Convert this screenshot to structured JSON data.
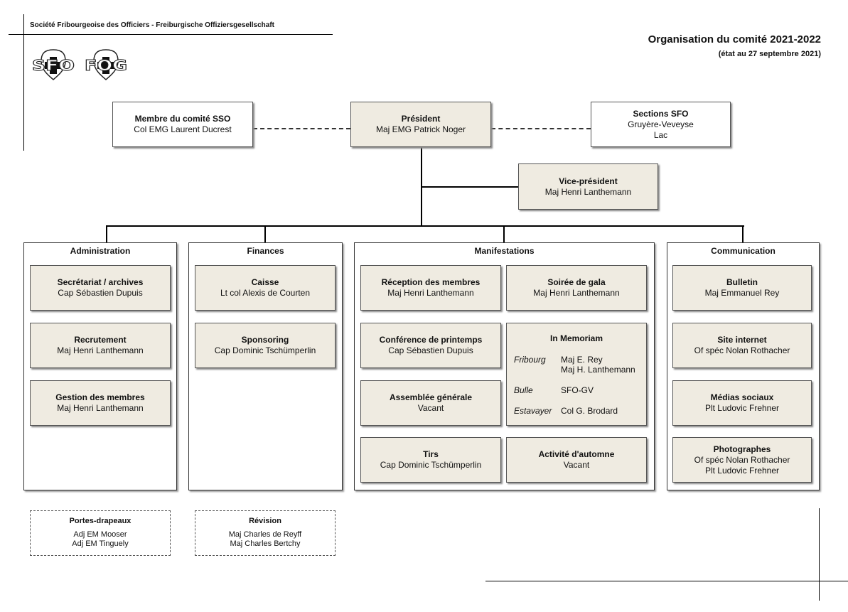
{
  "header": {
    "society": "Société Fribourgeoise des Officiers - Freiburgische Offiziersgesellschaft",
    "title": "Organisation du comité 2021-2022",
    "subtitle": "(état au 27 septembre 2021)",
    "logos": [
      "sfo-logo",
      "fog-logo"
    ],
    "logo_text": [
      "SFO",
      "FOG"
    ]
  },
  "colors": {
    "box_fill": "#efebe1",
    "border": "#555555"
  },
  "top": {
    "sso": {
      "title": "Membre du comité SSO",
      "name": "Col EMG Laurent Ducrest"
    },
    "president": {
      "title": "Président",
      "name": "Maj EMG Patrick Noger"
    },
    "sections": {
      "title": "Sections SFO",
      "line1": "Gruyère-Veveyse",
      "line2": "Lac"
    },
    "vice": {
      "title": "Vice-président",
      "name": "Maj Henri Lanthemann"
    }
  },
  "administration": {
    "title": "Administration",
    "items": [
      {
        "title": "Secrétariat / archives",
        "name": "Cap Sébastien Dupuis"
      },
      {
        "title": "Recrutement",
        "name": "Maj Henri Lanthemann"
      },
      {
        "title": "Gestion des membres",
        "name": "Maj Henri Lanthemann"
      }
    ]
  },
  "finances": {
    "title": "Finances",
    "items": [
      {
        "title": "Caisse",
        "name": "Lt col Alexis de Courten"
      },
      {
        "title": "Sponsoring",
        "name": "Cap Dominic Tschümperlin"
      }
    ]
  },
  "manifestations": {
    "title": "Manifestations",
    "items": [
      {
        "title": "Réception des membres",
        "name": "Maj Henri Lanthemann"
      },
      {
        "title": "Soirée de gala",
        "name": "Maj Henri Lanthemann"
      },
      {
        "title": "Conférence de printemps",
        "name": "Cap Sébastien Dupuis"
      },
      {
        "title": "Assemblée générale",
        "name": "Vacant"
      },
      {
        "title": "Tirs",
        "name": "Cap Dominic Tschümperlin"
      },
      {
        "title": "Activité d'automne",
        "name": "Vacant"
      }
    ],
    "memoriam": {
      "title": "In Memoriam",
      "rows": [
        {
          "label": "Fribourg",
          "line1": "Maj E. Rey",
          "line2": "Maj H. Lanthemann"
        },
        {
          "label": "Bulle",
          "line1": "SFO-GV",
          "line2": ""
        },
        {
          "label": "Estavayer",
          "line1": "Col G. Brodard",
          "line2": ""
        }
      ]
    }
  },
  "communication": {
    "title": "Communication",
    "items": [
      {
        "title": "Bulletin",
        "name": "Maj Emmanuel Rey"
      },
      {
        "title": "Site internet",
        "name": "Of spéc Nolan Rothacher"
      },
      {
        "title": "Médias sociaux",
        "name": "Plt Ludovic Frehner"
      },
      {
        "title": "Photographes",
        "name": "Of spéc Nolan Rothacher",
        "name2": "Plt Ludovic Frehner"
      }
    ]
  },
  "extra": {
    "portes": {
      "title": "Portes-drapeaux",
      "line1": "Adj EM Mooser",
      "line2": "Adj EM Tinguely"
    },
    "revision": {
      "title": "Révision",
      "line1": "Maj Charles de Reyff",
      "line2": "Maj Charles Bertchy"
    }
  }
}
